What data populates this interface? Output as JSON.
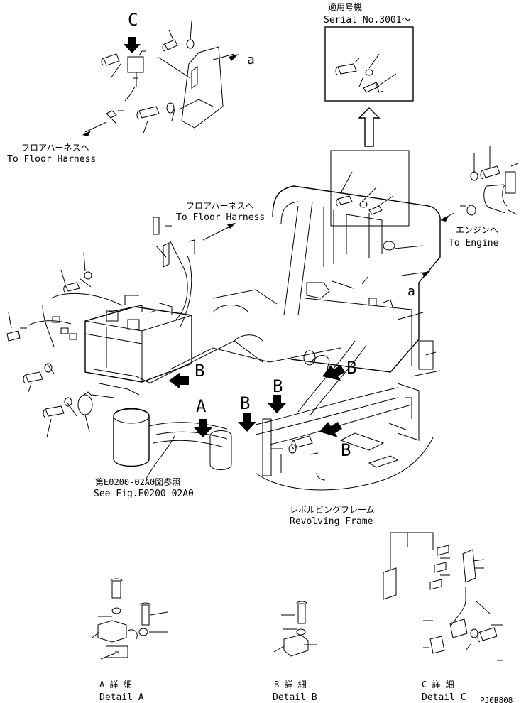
{
  "callouts": {
    "c_top": "C",
    "b1": "B",
    "b2": "B",
    "b3": "B",
    "b4": "B",
    "b5": "B",
    "a1": "A",
    "a_top": "a",
    "a_right": "a"
  },
  "serial_box": {
    "jp": "適用号機",
    "en": "Serial No.3001～"
  },
  "floor_harness_left": {
    "jp": "フロアハーネスへ",
    "en": "To Floor Harness"
  },
  "floor_harness_center": {
    "jp": "フロアハーネスへ",
    "en": "To Floor Harness"
  },
  "engine": {
    "jp": "エンジンへ",
    "en": "To Engine"
  },
  "see_fig": {
    "jp": "第E0200-02A0図参照",
    "en": "See Fig.E0200-02A0"
  },
  "revolving_frame": {
    "jp": "レボルビングフレーム",
    "en": "Revolving Frame"
  },
  "details": {
    "a": {
      "jp": "A 詳 細",
      "en": "Detail A"
    },
    "b": {
      "jp": "B 詳 細",
      "en": "Detail B"
    },
    "c": {
      "jp": "C 詳 細",
      "en": "Detail C"
    }
  },
  "drawing_code": "PJ0B808"
}
